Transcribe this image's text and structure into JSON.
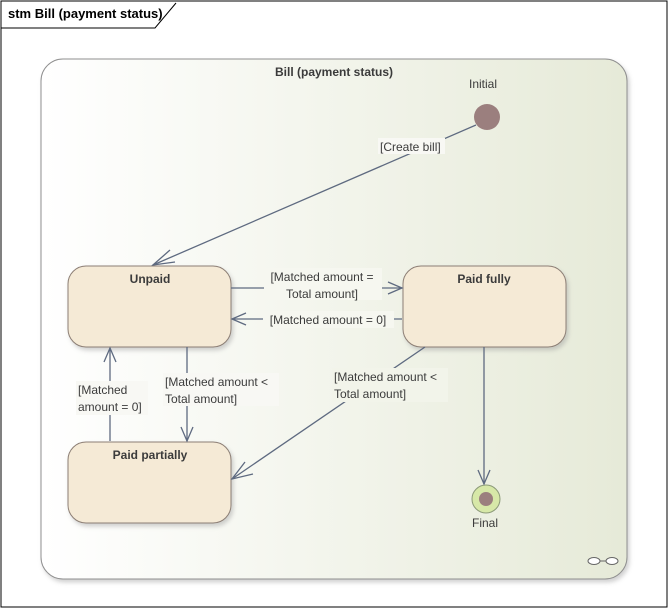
{
  "frame": {
    "title": "stm Bill (payment status)"
  },
  "composite": {
    "title": "Bill (payment status)"
  },
  "states": {
    "unpaid": "Unpaid",
    "paid_fully": "Paid fully",
    "paid_partially": "Paid partially"
  },
  "pseudostates": {
    "initial": "Initial",
    "final": "Final"
  },
  "transitions": {
    "create_bill": "[Create bill]",
    "unpaid_to_paid_fully": [
      "[Matched amount =",
      "Total amount]"
    ],
    "paid_fully_to_unpaid": "[Matched amount = 0]",
    "unpaid_to_paid_partially": [
      "[Matched amount <",
      "Total amount]"
    ],
    "paid_partially_to_unpaid": [
      "[Matched",
      "amount = 0]"
    ],
    "paid_fully_to_paid_partially": [
      "[Matched amount <",
      "Total amount]"
    ]
  },
  "colors": {
    "frame_border": "#000000",
    "composite_border": "#8f8f8f",
    "composite_fill_light": "#ffffff",
    "composite_fill_dark": "#e6ead8",
    "state_fill": "#f5ead6",
    "state_border": "#8c7e74",
    "initial_fill": "#9b7f7e",
    "final_ring": "#d7e8a8",
    "final_dot": "#9b7f7e",
    "edge": "#5e6a80"
  },
  "icons": [
    "link-icon"
  ]
}
